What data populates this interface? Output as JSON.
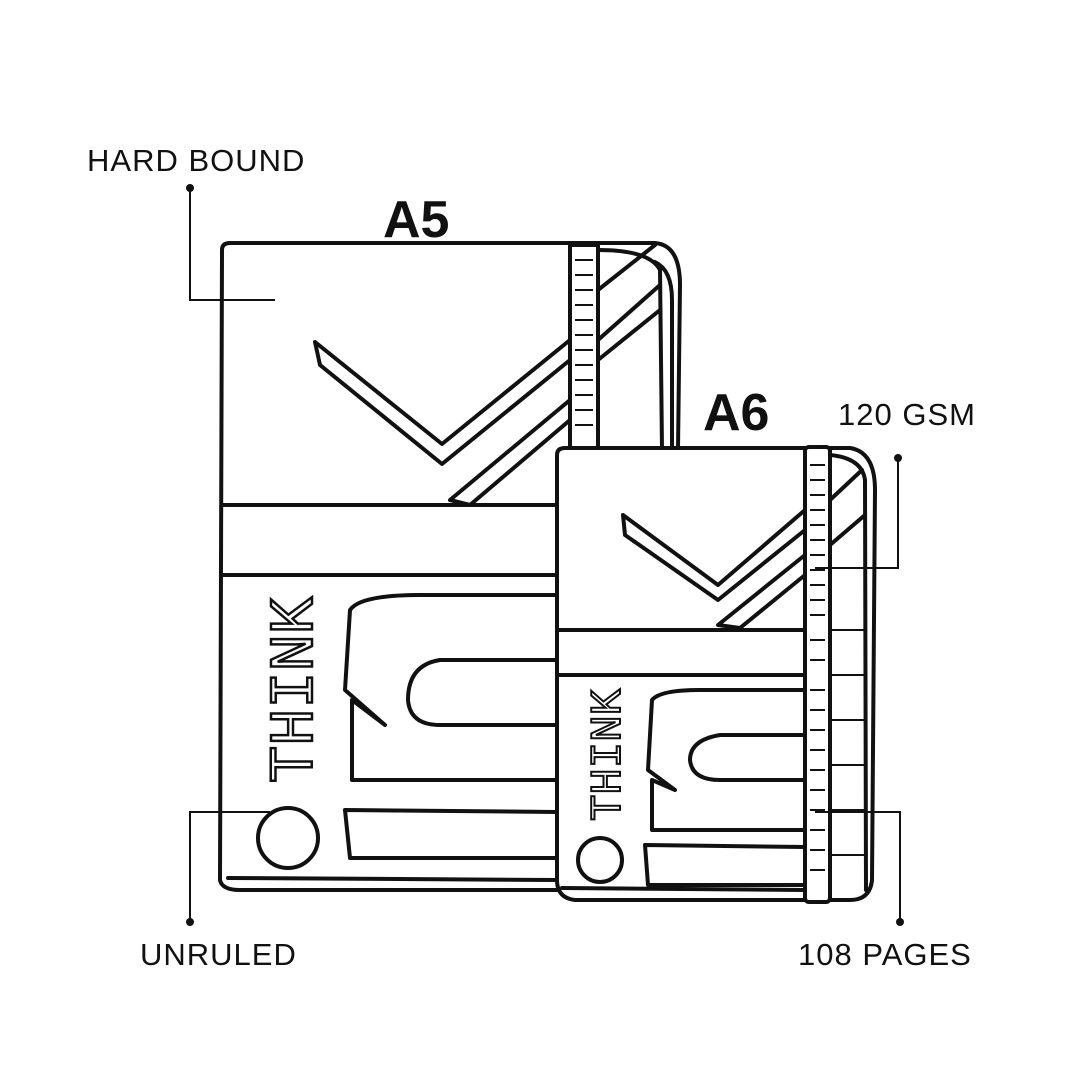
{
  "labels": {
    "hard_bound": "HARD BOUND",
    "gsm": "120 GSM",
    "unruled": "UNRULED",
    "pages": "108 PAGES"
  },
  "sizes": {
    "large": "A5",
    "small": "A6"
  },
  "logo_text": "THINK",
  "colors": {
    "ink": "#111111",
    "background": "#ffffff"
  }
}
